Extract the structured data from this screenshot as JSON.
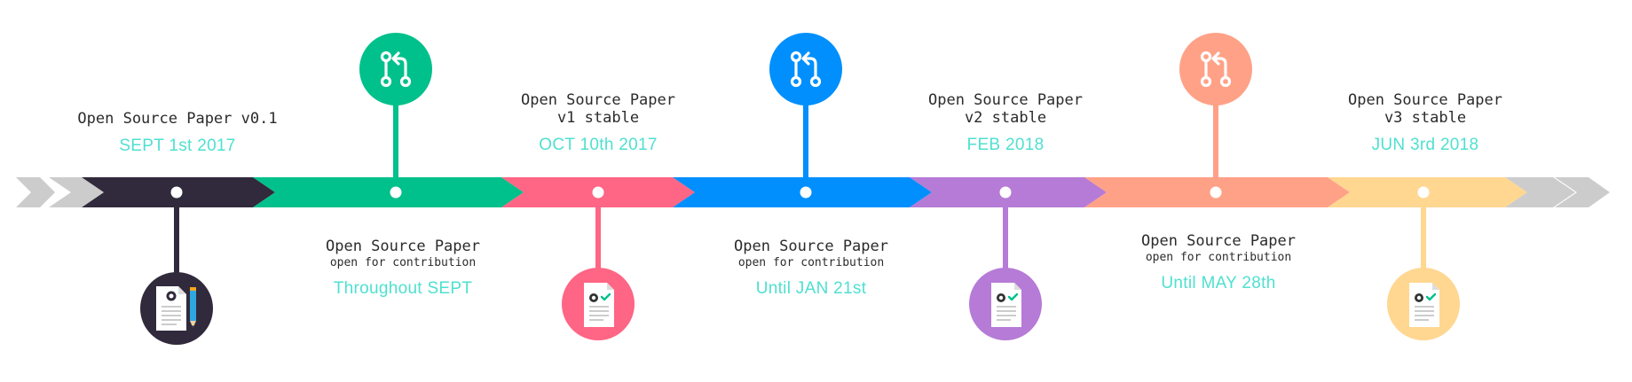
{
  "colors": {
    "dark": "#312a3c",
    "green": "#00c08b",
    "pink": "#ff6584",
    "blue": "#008ffc",
    "purple": "#b57bd6",
    "salmon": "#ffa187",
    "yellow": "#ffd791",
    "grey": "#cccccc",
    "date": "#4fe0d0"
  },
  "milestones": [
    {
      "title": "Open Source Paper v0.1",
      "date": "SEPT 1st 2017"
    },
    {
      "title": "Open Source Paper",
      "subtitle": "v1 stable",
      "date": "OCT 10th 2017"
    },
    {
      "title": "Open Source Paper",
      "subtitle": "v2 stable",
      "date": "FEB 2018"
    },
    {
      "title": "Open Source Paper",
      "subtitle": "v3 stable",
      "date": "JUN 3rd 2018"
    }
  ],
  "contributions": [
    {
      "title": "Open Source Paper",
      "subtitle": "open for contribution",
      "date": "Throughout SEPT"
    },
    {
      "title": "Open Source Paper",
      "subtitle": "open for contribution",
      "date": "Until JAN 21st"
    },
    {
      "title": "Open Source Paper",
      "subtitle": "open for contribution",
      "date": "Until MAY 28th"
    }
  ],
  "icons": {
    "pull_request": "pull-request-icon",
    "document_pencil": "document-pencil-icon",
    "document_check": "document-check-icon"
  }
}
